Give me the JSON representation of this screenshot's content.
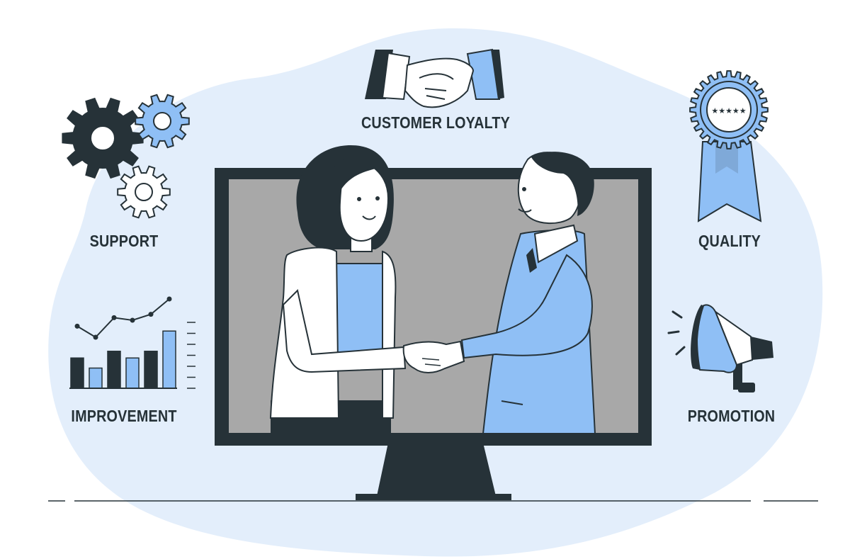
{
  "labels": {
    "customer_loyalty": "CUSTOMER LOYALTY",
    "support": "SUPPORT",
    "quality": "QUALITY",
    "improvement": "IMPROVEMENT",
    "promotion": "PROMOTION"
  },
  "badge_stars": "★★★★★",
  "colors": {
    "dark": "#263238",
    "accent_blue": "#8fbff5",
    "background_blob": "#e3eefb",
    "screen_gray": "#a8a8a8",
    "white": "#ffffff"
  },
  "icons": [
    "handshake-icon",
    "gears-icon",
    "award-ribbon-icon",
    "bar-chart-icon",
    "megaphone-icon",
    "monitor-icon"
  ],
  "improvement_chart": {
    "bars": [
      0.45,
      0.3,
      0.55,
      0.45,
      0.55,
      0.85
    ],
    "bar_colors": [
      "dark",
      "accent_blue",
      "dark",
      "accent_blue",
      "dark",
      "accent_blue"
    ],
    "trend_points": [
      0.68,
      0.55,
      0.78,
      0.75,
      0.82,
      1.0
    ]
  }
}
